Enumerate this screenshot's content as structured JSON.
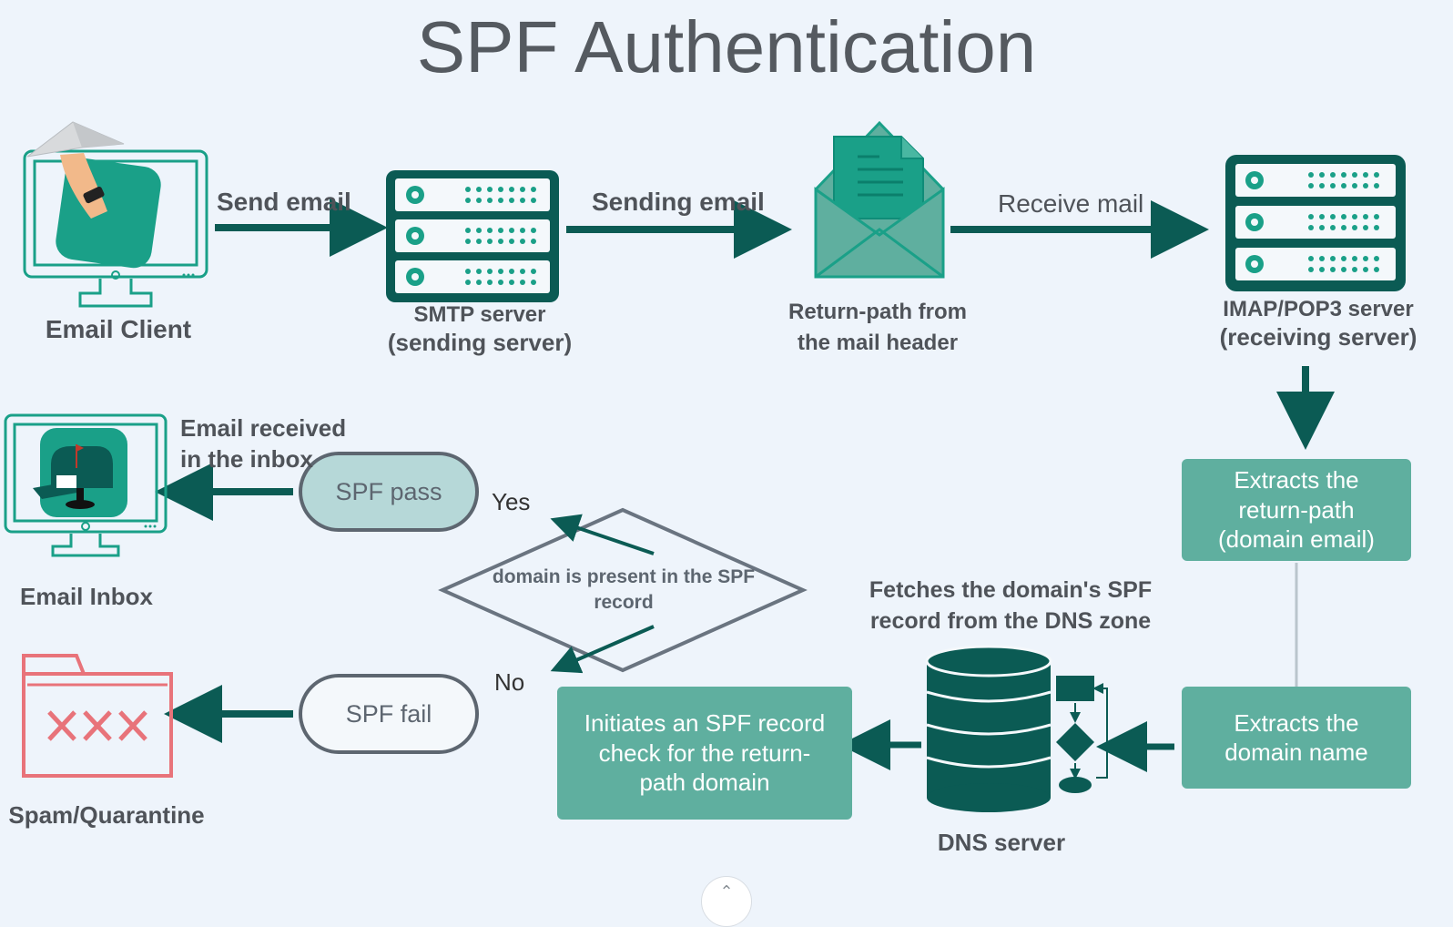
{
  "title": "SPF Authentication",
  "nodes": {
    "email_client": "Email Client",
    "smtp_line1": "SMTP server",
    "smtp_line2": "(sending server)",
    "return_path_line1": "Return-path from",
    "return_path_line2": "the mail header",
    "imap_line1": "IMAP/POP3 server",
    "imap_line2": "(receiving server)",
    "extract_return_path_line1": "Extracts the",
    "extract_return_path_line2": "return-path",
    "extract_return_path_line3": "(domain email)",
    "extract_domain_line1": "Extracts the",
    "extract_domain_line2": "domain name",
    "fetch_line1": "Fetches the domain's SPF",
    "fetch_line2": "record from the DNS zone",
    "dns_server": "DNS server",
    "initiate_line1": "Initiates an SPF record",
    "initiate_line2": "check for the return-",
    "initiate_line3": "path domain",
    "decision_line1": "domain is present in the SPF",
    "decision_line2": "record",
    "spf_pass": "SPF pass",
    "spf_fail": "SPF fail",
    "inbox_received_line1": "Email received",
    "inbox_received_line2": "in the inbox",
    "email_inbox": "Email Inbox",
    "spam": "Spam/Quarantine"
  },
  "edges": {
    "send_email": "Send email",
    "sending_email": "Sending email",
    "receive_mail": "Receive mail",
    "yes": "Yes",
    "no": "No"
  },
  "colors": {
    "dark_teal": "#0b5b54",
    "teal": "#1aa088",
    "light_teal": "#5faf9f",
    "pill_pass": "#b6d8d8",
    "outline": "#5d6670",
    "spam_red": "#e8737a",
    "text": "#4f5359"
  },
  "icons": [
    "monitor-paper-plane-icon",
    "server-icon",
    "envelope-icon",
    "database-icon",
    "flowchart-icon",
    "monitor-mailbox-icon",
    "folder-spam-icon"
  ]
}
